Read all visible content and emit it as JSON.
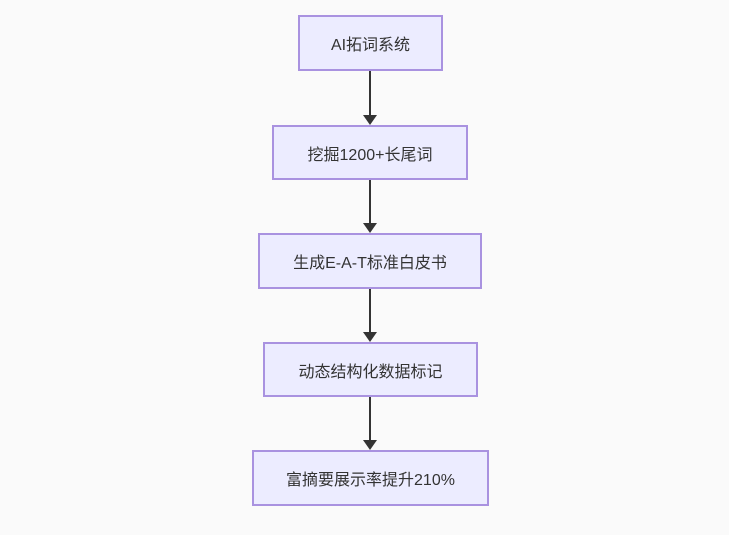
{
  "diagram": {
    "type": "flowchart",
    "direction": "top-down",
    "nodes": [
      {
        "id": "n1",
        "label": "AI拓词系统"
      },
      {
        "id": "n2",
        "label": "挖掘1200+长尾词"
      },
      {
        "id": "n3",
        "label": "生成E-A-T标准白皮书"
      },
      {
        "id": "n4",
        "label": "动态结构化数据标记"
      },
      {
        "id": "n5",
        "label": "富摘要展示率提升210%"
      }
    ],
    "edges": [
      {
        "from": "n1",
        "to": "n2"
      },
      {
        "from": "n2",
        "to": "n3"
      },
      {
        "from": "n3",
        "to": "n4"
      },
      {
        "from": "n4",
        "to": "n5"
      }
    ],
    "colors": {
      "node_fill": "#ececff",
      "node_border": "#a992e0",
      "node_text": "#333333",
      "arrow": "#333333",
      "background": "#fafafa"
    }
  }
}
